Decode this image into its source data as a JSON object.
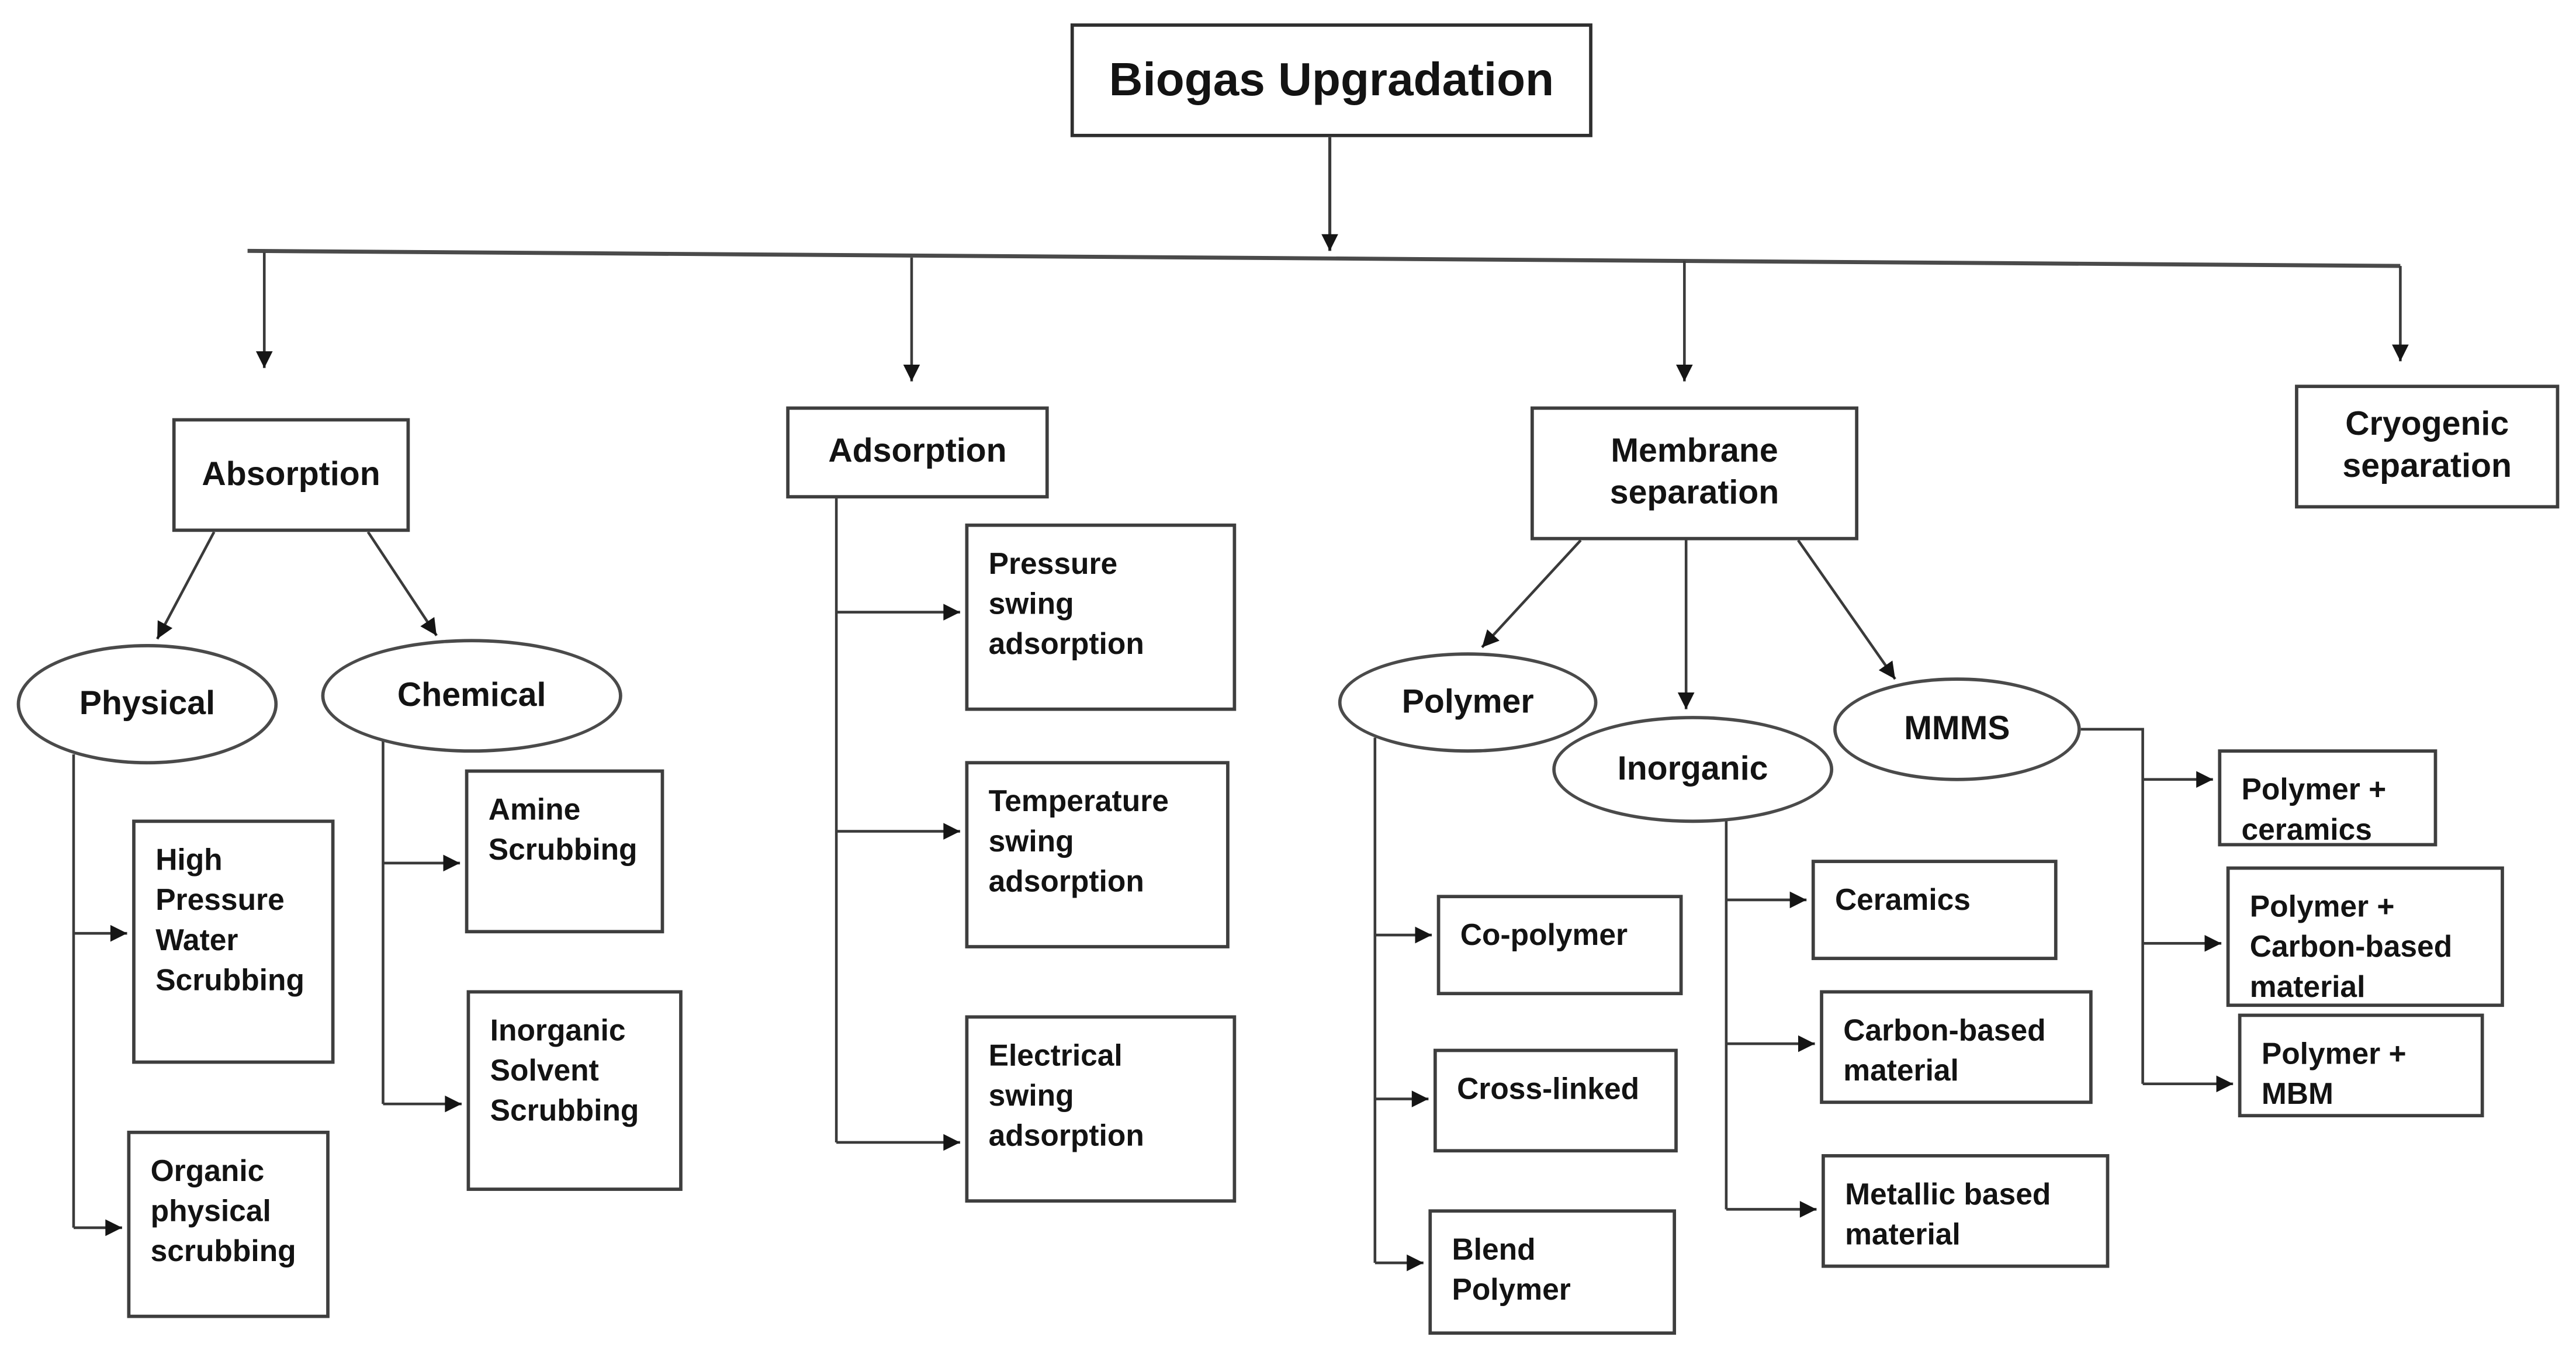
{
  "diagram_type": "hierarchy-flowchart",
  "palette": {
    "background": "#ffffff",
    "box_border": "#3e3e3e",
    "ellipse_border": "#4a4a4a",
    "text": "#131313",
    "connector": "#3a3a3a",
    "arrowhead": "#151515"
  },
  "nodes": {
    "title": {
      "label": "Biogas Upgradation",
      "shape": "rect"
    },
    "absorption": {
      "label": "Absorption",
      "shape": "rect"
    },
    "adsorption": {
      "label": "Adsorption",
      "shape": "rect"
    },
    "membrane": {
      "label": "Membrane\nseparation",
      "shape": "rect"
    },
    "cryogenic": {
      "label": "Cryogenic\nseparation",
      "shape": "rect"
    },
    "physical": {
      "label": "Physical",
      "shape": "ellipse"
    },
    "chemical": {
      "label": "Chemical",
      "shape": "ellipse"
    },
    "polymer": {
      "label": "Polymer",
      "shape": "ellipse"
    },
    "inorganic": {
      "label": "Inorganic",
      "shape": "ellipse"
    },
    "mmms": {
      "label": "MMMS",
      "shape": "ellipse"
    },
    "hpws": {
      "label": "High\nPressure\nWater\nScrubbing",
      "shape": "rect"
    },
    "organic": {
      "label": "Organic\nphysical\nscrubbing",
      "shape": "rect"
    },
    "amine": {
      "label": "Amine\nScrubbing",
      "shape": "rect"
    },
    "inorgsolv": {
      "label": "Inorganic\nSolvent\nScrubbing",
      "shape": "rect"
    },
    "psa": {
      "label": "Pressure\nswing\nadsorption",
      "shape": "rect"
    },
    "tsa": {
      "label": "Temperature\nswing\nadsorption",
      "shape": "rect"
    },
    "esa": {
      "label": "Electrical\nswing\nadsorption",
      "shape": "rect"
    },
    "copolymer": {
      "label": "Co-polymer",
      "shape": "rect"
    },
    "crosslinked": {
      "label": "Cross-linked",
      "shape": "rect"
    },
    "blend": {
      "label": "Blend\nPolymer",
      "shape": "rect"
    },
    "ceramics": {
      "label": "Ceramics",
      "shape": "rect"
    },
    "carbon": {
      "label": "Carbon-based\nmaterial",
      "shape": "rect"
    },
    "metallic": {
      "label": "Metallic based\nmaterial",
      "shape": "rect"
    },
    "polymer_ceramics": {
      "label": "Polymer +\nceramics",
      "shape": "rect"
    },
    "polymer_carbon": {
      "label": "Polymer +\nCarbon-based\nmaterial",
      "shape": "rect"
    },
    "polymer_mbm": {
      "label": "Polymer +\nMBM",
      "shape": "rect"
    }
  },
  "hierarchy": {
    "Biogas Upgradation": [
      "Absorption",
      "Adsorption",
      "Membrane separation",
      "Cryogenic separation"
    ],
    "Absorption": [
      "Physical",
      "Chemical"
    ],
    "Physical": [
      "High Pressure Water Scrubbing",
      "Organic physical scrubbing"
    ],
    "Chemical": [
      "Amine Scrubbing",
      "Inorganic Solvent Scrubbing"
    ],
    "Adsorption": [
      "Pressure swing adsorption",
      "Temperature swing adsorption",
      "Electrical swing adsorption"
    ],
    "Membrane separation": [
      "Polymer",
      "Inorganic",
      "MMMS"
    ],
    "Polymer": [
      "Co-polymer",
      "Cross-linked",
      "Blend Polymer"
    ],
    "Inorganic": [
      "Ceramics",
      "Carbon-based material",
      "Metallic based material"
    ],
    "MMMS": [
      "Polymer + ceramics",
      "Polymer + Carbon-based material",
      "Polymer + MBM"
    ]
  }
}
